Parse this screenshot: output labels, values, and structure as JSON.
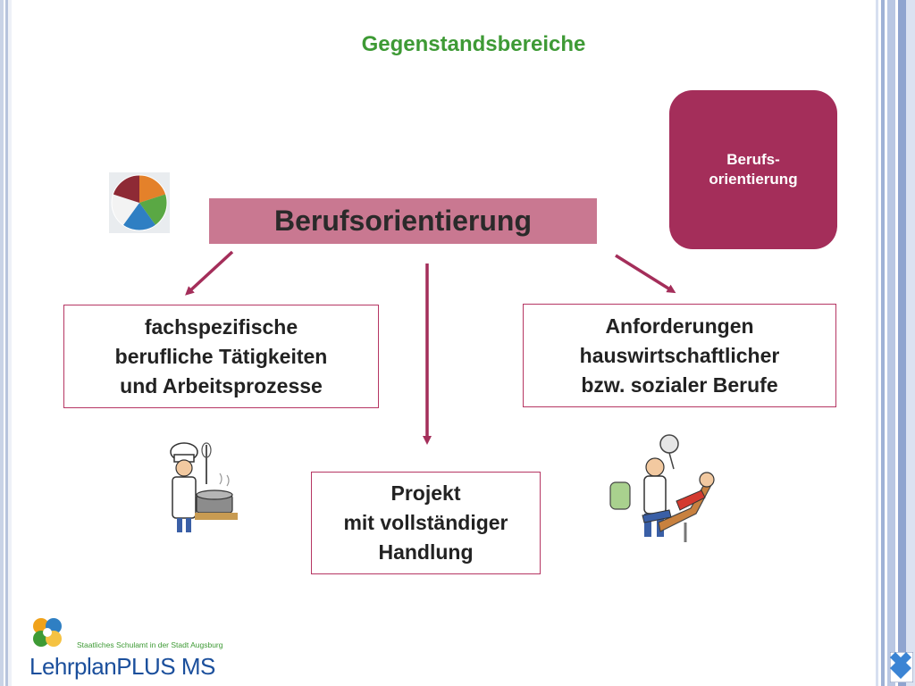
{
  "slide": {
    "title": "Gegenstandsbereiche",
    "tag_label": "Berufs-\norientierung",
    "main_label": "Berufsorientierung",
    "box_left": "fachspezifische\nberufliche Tätigkeiten\nund Arbeitsprozesse",
    "box_right": "Anforderungen\nhauswirtschaftlicher\nbzw. sozialer Berufe",
    "box_center": "Projekt\nmit vollständiger\nHandlung"
  },
  "footer": {
    "office": "Staatliches Schulamt in der Stadt Augsburg",
    "brand": "LehrplanPLUS MS"
  },
  "icons": [
    "pie-diagram-icon",
    "cook-illustration-icon",
    "dentist-illustration-icon",
    "lehrplanplus-logo-icon",
    "bavaria-flag-icon"
  ],
  "colors": {
    "title": "#3e9a35",
    "tag": "#a42e5a",
    "main_bar": "#c97891",
    "box_border": "#b63663",
    "arrow": "#a42e5a",
    "brand": "#1b4f9c"
  }
}
